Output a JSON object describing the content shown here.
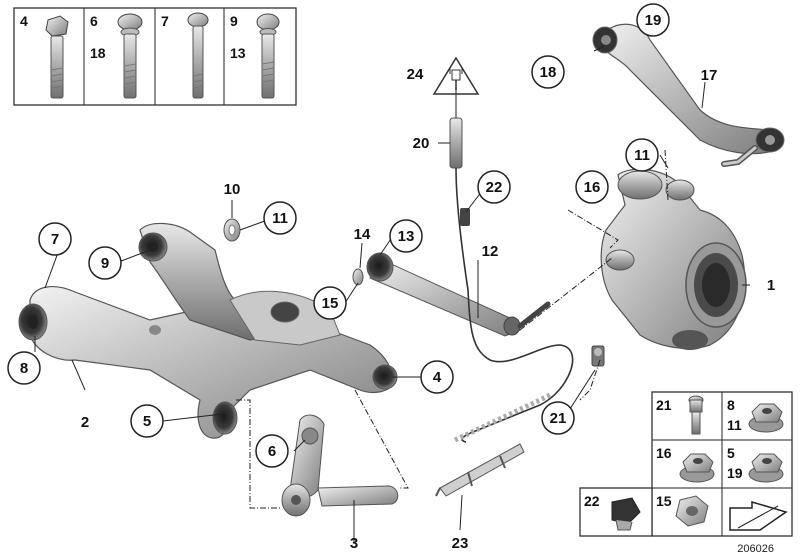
{
  "diagram_id": "206026",
  "callouts": {
    "c1": "1",
    "c2": "2",
    "c3": "3",
    "c4": "4",
    "c5": "5",
    "c6": "6",
    "c7": "7",
    "c8": "8",
    "c9": "9",
    "c10": "10",
    "c11a": "11",
    "c11b": "11",
    "c12": "12",
    "c13": "13",
    "c14": "14",
    "c15": "15",
    "c16": "16",
    "c17": "17",
    "c18": "18",
    "c19": "19",
    "c20": "20",
    "c21": "21",
    "c22": "22",
    "c23": "23",
    "c24": "24"
  },
  "bolt_legend": [
    {
      "top": "4",
      "bottom": ""
    },
    {
      "top": "6",
      "bottom": "18"
    },
    {
      "top": "7",
      "bottom": ""
    },
    {
      "top": "9",
      "bottom": "13"
    }
  ],
  "fastener_legend": [
    {
      "a": "21",
      "b": ""
    },
    {
      "a": "8",
      "b": "11"
    },
    {
      "a": "16",
      "b": ""
    },
    {
      "a": "5",
      "b": "19"
    },
    {
      "a": "22",
      "b": ""
    },
    {
      "a": "15",
      "b": ""
    }
  ]
}
